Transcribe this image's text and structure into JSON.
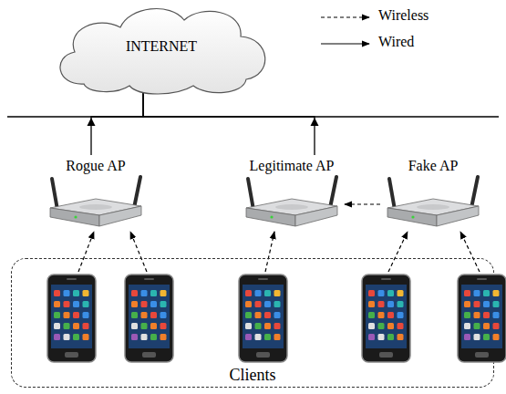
{
  "diagram": {
    "nodes": [
      {
        "text": [
          "INTERNET"
        ]
      },
      {
        "text": [
          "Rogue AP"
        ]
      },
      {
        "text": [
          "Legitimate AP"
        ]
      },
      {
        "text": [
          "Fake AP"
        ]
      },
      {
        "text": [
          "Clients"
        ]
      }
    ],
    "edges": [
      {
        "from": 1,
        "to": 0,
        "arrow": "to"
      },
      {
        "from": 2,
        "to": 0,
        "arrow": "to"
      },
      {
        "from": 3,
        "to": 2,
        "arrow": "to"
      },
      {
        "from": 4,
        "to": 1,
        "arrow": "to"
      },
      {
        "from": 4,
        "to": 1,
        "arrow": "to"
      },
      {
        "from": 4,
        "to": 2,
        "arrow": "to"
      },
      {
        "from": 4,
        "to": 3,
        "arrow": "to"
      },
      {
        "from": 4,
        "to": 3,
        "arrow": "to"
      }
    ],
    "legend": [
      {
        "text": "Wireless"
      },
      {
        "text": "Wired"
      }
    ]
  }
}
